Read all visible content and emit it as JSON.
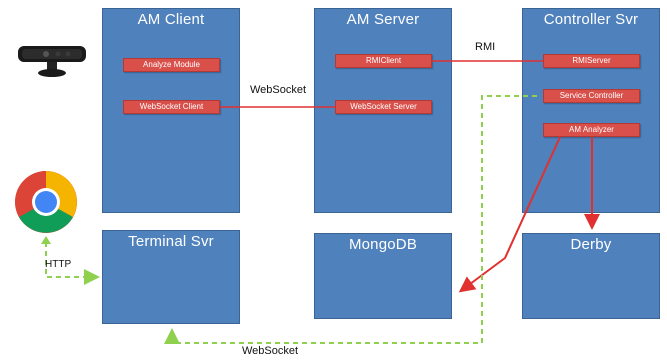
{
  "boxes": {
    "am_client": "AM Client",
    "am_server": "AM Server",
    "controller_svr": "Controller Svr",
    "terminal_svr": "Terminal Svr",
    "mongodb": "MongoDB",
    "derby": "Derby"
  },
  "modules": {
    "analyze_module": "Analyze Module",
    "websocket_client": "WebSocket Client",
    "rmi_client": "RMIClient",
    "websocket_server": "WebSocket Server",
    "rmi_server": "RMIServer",
    "service_controller": "Service Controller",
    "am_analyzer": "AM Analyzer"
  },
  "labels": {
    "websocket_top": "WebSocket",
    "rmi": "RMI",
    "http": "HTTP",
    "websocket_bottom": "WebSocket"
  },
  "icons": {
    "kinect": "kinect-sensor-icon",
    "chrome": "chrome-browser-icon"
  },
  "colors": {
    "box_fill": "#4f81bd",
    "module_fill": "#d9504b",
    "solid_link": "#e03030",
    "dashed_link": "#8fd14f"
  }
}
